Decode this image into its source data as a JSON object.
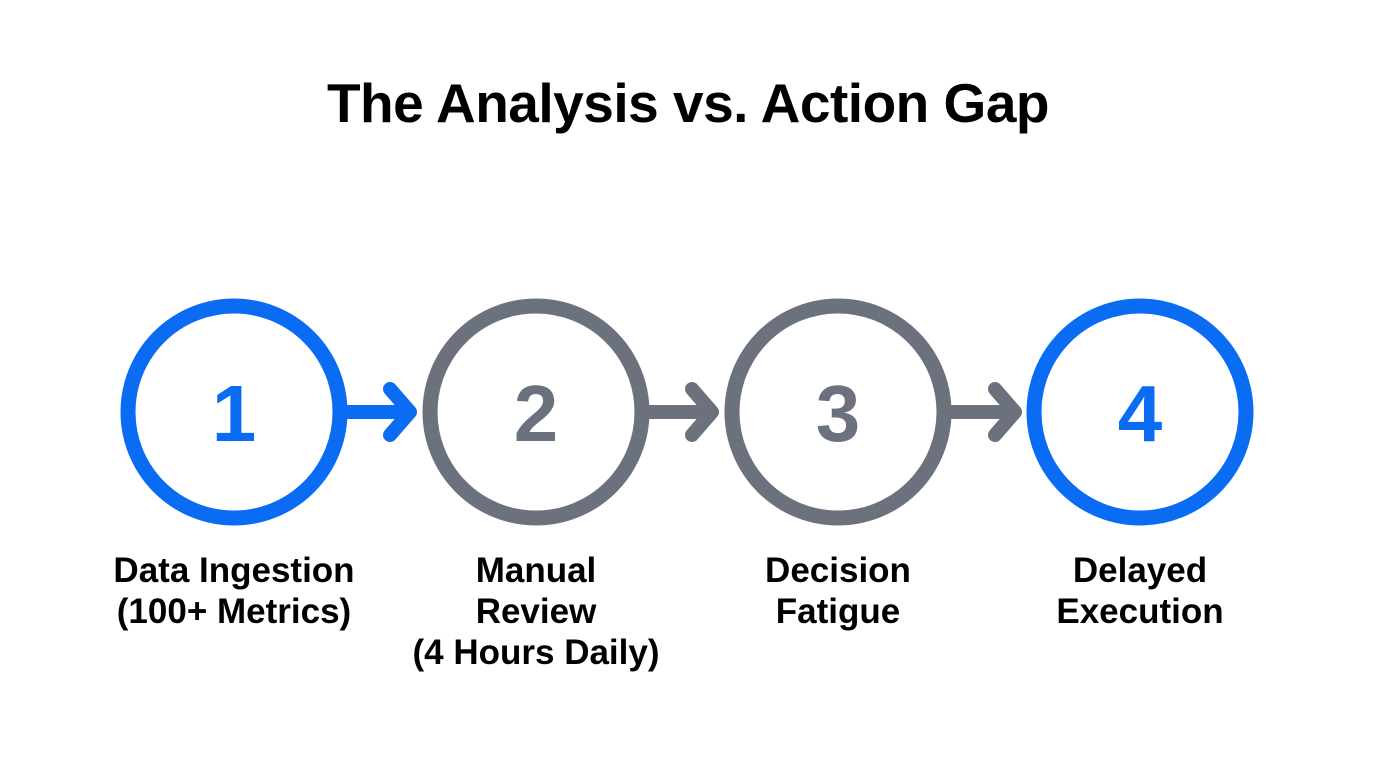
{
  "title": "The Analysis vs. Action Gap",
  "colors": {
    "highlight": "#0a6cf2",
    "muted": "#6b727d",
    "text": "#000000",
    "background": "#ffffff"
  },
  "steps": [
    {
      "number": "1",
      "state": "highlight",
      "lines": [
        "Data Ingestion",
        "(100+ Metrics)"
      ]
    },
    {
      "number": "2",
      "state": "muted",
      "lines": [
        "Manual",
        "Review",
        "(4 Hours Daily)"
      ]
    },
    {
      "number": "3",
      "state": "muted",
      "lines": [
        "Decision",
        "Fatigue"
      ]
    },
    {
      "number": "4",
      "state": "highlight",
      "lines": [
        "Delayed",
        "Execution"
      ]
    }
  ],
  "connectors": [
    {
      "from": "1",
      "to": "2",
      "color": "highlight"
    },
    {
      "from": "2",
      "to": "3",
      "color": "muted"
    },
    {
      "from": "3",
      "to": "4",
      "color": "muted"
    }
  ]
}
